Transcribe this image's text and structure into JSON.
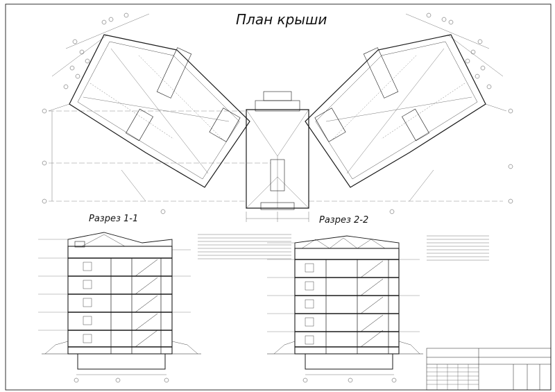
{
  "sheet": {
    "titles": {
      "roof_plan": "План крыши",
      "section_1": "Разрез 1-1",
      "section_2": "Разрез 2-2"
    }
  },
  "colors": {
    "line": "#1a1a1a",
    "paper": "#ffffff"
  }
}
